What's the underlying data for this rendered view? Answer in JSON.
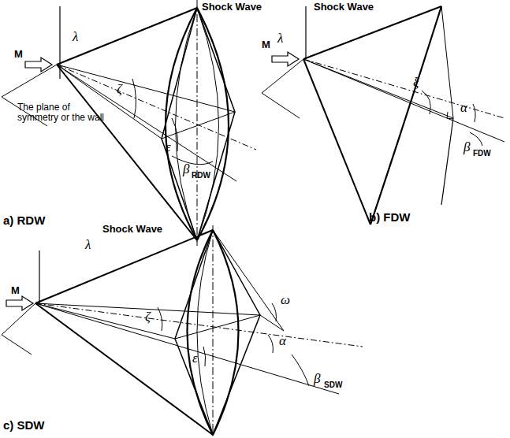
{
  "diagram": {
    "labels": [
      "Shock Wave",
      "M",
      "λ",
      "The plane of symmetry or the wall",
      "ζ",
      "ε",
      "β",
      "RDW",
      "a) RDW",
      "Shock Wave",
      "λ",
      "M",
      "ξ",
      "α",
      "β",
      "FDW",
      "b) FDW",
      "Shock Wave",
      "λ",
      "M",
      "ζ",
      "ω",
      "α",
      "ε",
      "β",
      "SDW",
      "c) SDW"
    ]
  }
}
